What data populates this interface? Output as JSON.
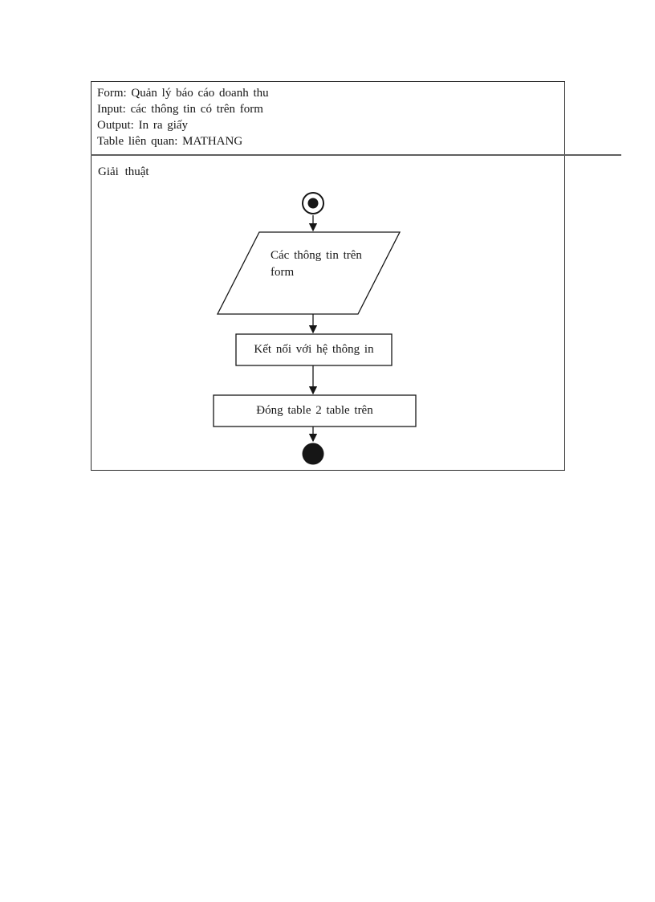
{
  "spec_box": {
    "lines": [
      "Form: Quản lý báo cáo doanh thu",
      "Input: các thông tin có trên form",
      "Output: In ra giấy",
      "Table liên quan: MATHANG"
    ],
    "section_label": "Giải thuật"
  },
  "flowchart": {
    "start_node": "initial-state-icon",
    "io_label": "Các thông tin trên form",
    "process1_label": "Kết nối với hệ thông in",
    "process2_label": "Đóng table 2 table trên",
    "end_node": "final-state-icon"
  },
  "colors": {
    "ink": "#161616",
    "box_border": "#2b2b2b",
    "separator": "#5f5f5f",
    "shape_fill": "#ffffff"
  }
}
